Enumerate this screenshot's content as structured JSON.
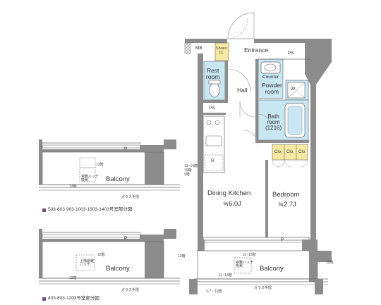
{
  "main_plan": {
    "labels": {
      "mb": "MB",
      "shoes_closet": "Shoes\nCl.",
      "entrance": "Entrance",
      "ps_top": "PS",
      "rest_room": "Rest\nroom",
      "counter": "Counter",
      "powder_room": "Powder\nroom",
      "w": "W",
      "hall": "Hall",
      "ps_left": "PS",
      "bath_room": "Bath\nroom\n(1216)",
      "clo_1": "Clo.",
      "clo_2": "Clo.",
      "clo_3": "Clo.",
      "r": "R",
      "dining_kitchen": "Dining Kitchen",
      "dining_kitchen_size": "≒6.0J",
      "bedroom": "Bedroom",
      "bedroom_size": "≒2.7J",
      "p": "P",
      "balcony": "Balcony",
      "note_1": "避難ハッチ\n吸気",
      "note_2": "11~13階",
      "note_3": "11階",
      "note_4": "11~13階",
      "note_5": "ガラス手摺",
      "note_6": "2-7・11階"
    }
  },
  "variant_1": {
    "p": "P",
    "balcony": "Balcony",
    "note_hatch": "避難ハッチ\n吸気",
    "note_a": "13階",
    "note_b": "13~14階",
    "note_c": "10階",
    "note_d": "9階",
    "note_e": "13階",
    "note_rail": "ガラス手摺",
    "caption": "503·603·903·1003·1303·1403号室部分図"
  },
  "variant_2": {
    "p": "P",
    "balcony": "Balcony",
    "note_hatch": "上階避難\nハッチ",
    "note_a": "12階",
    "note_b": "12階",
    "note_c": "12階",
    "note_rail": "ガラス手摺",
    "caption": "403·803·1203号室部分図"
  },
  "colors": {
    "wet_area": "#c9e6f3",
    "closet": "#f7e9a3",
    "wall": "#8c8c8c",
    "caption_square": "#7a4f8f"
  }
}
